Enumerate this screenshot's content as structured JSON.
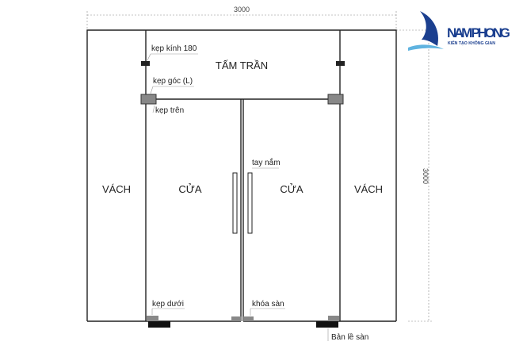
{
  "dimensions": {
    "width": "3000",
    "height": "3000"
  },
  "panels": {
    "transom": "TẤM TRẦN",
    "left_side": "VÁCH",
    "right_side": "VÁCH",
    "left_door": "CỬA",
    "right_door": "CỬA"
  },
  "labels": {
    "glass_clamp_180": "kẹp kính 180",
    "corner_clamp": "kẹp góc (L)",
    "top_clamp": "kẹp trên",
    "handle": "tay nắm",
    "bottom_clamp": "kẹp dưới",
    "floor_lock": "khóa sàn",
    "floor_hinge": "Bản lề sàn"
  },
  "logo": {
    "name": "NAM PHONG",
    "tagline": "KIẾN TẠO KHÔNG GIAN",
    "colors": {
      "navy": "#1b3f8f",
      "light_blue": "#5fb3e0"
    }
  }
}
